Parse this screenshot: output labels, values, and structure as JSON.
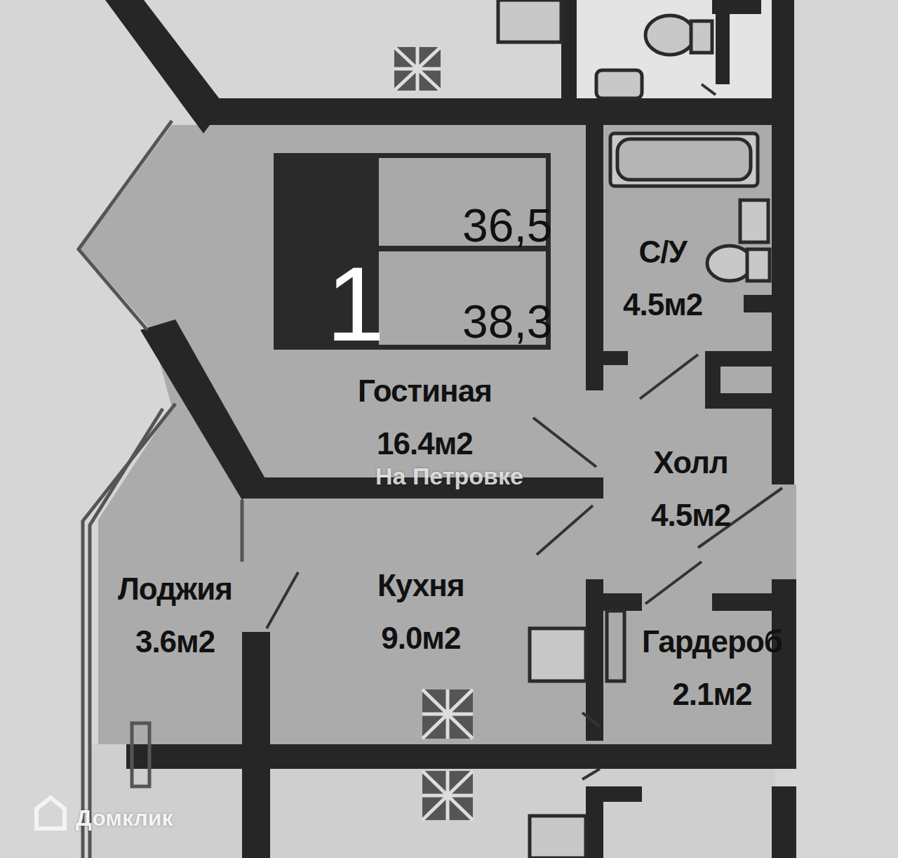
{
  "diagram": {
    "nodes": [
      {
        "text": [
          "1",
          "36,5",
          "38,3"
        ]
      },
      {
        "text": [
          "С/У",
          "4.5м2"
        ]
      },
      {
        "text": [
          "Гостиная",
          "16.4м2"
        ]
      },
      {
        "text": [
          "Холл",
          "4.5м2"
        ]
      },
      {
        "text": [
          "Лоджия",
          "3.6м2"
        ]
      },
      {
        "text": [
          "Кухня",
          "9.0м2"
        ]
      },
      {
        "text": [
          "Гардероб",
          "2.1м2"
        ]
      }
    ],
    "labels": [
      "На Петровке",
      "Домклик"
    ]
  }
}
